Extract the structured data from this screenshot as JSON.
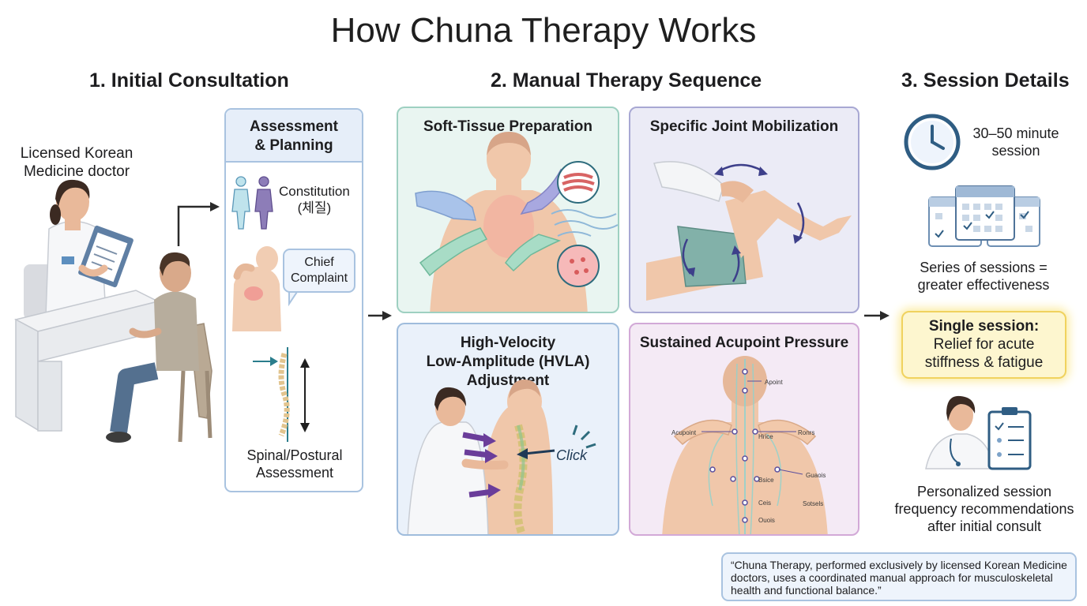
{
  "title": "How Chuna Therapy Works",
  "sections": {
    "consultation": "1. Initial Consultation",
    "sequence": "2. Manual Therapy Sequence",
    "details": "3. Session Details"
  },
  "consultation": {
    "doctor_label_1": "Licensed Korean",
    "doctor_label_2": "Medicine doctor",
    "card_title_1": "Assessment",
    "card_title_2": "& Planning",
    "constitution_1": "Constitution",
    "constitution_2": "(체질)",
    "complaint_1": "Chief",
    "complaint_2": "Complaint",
    "spinal_1": "Spinal/Postural",
    "spinal_2": "Assessment"
  },
  "sequence": {
    "soft_tissue": "Soft-Tissue Preparation",
    "joint": "Specific Joint Mobilization",
    "hvla_1": "High-Velocity",
    "hvla_2": "Low-Amplitude (HVLA)",
    "hvla_3": "Adjustment",
    "click": "Click",
    "acupoint": "Sustained Acupoint Pressure",
    "acupoint_labels": [
      "Apoint",
      "Acupoint",
      "Hrice",
      "Ronrs",
      "Bsice",
      "Guaois",
      "Ceis",
      "Sotsels",
      "Ouois"
    ]
  },
  "details": {
    "duration_1": "30–50 minute",
    "duration_2": "session",
    "series_1": "Series of sessions =",
    "series_2": "greater effectiveness",
    "single_title": "Single session:",
    "single_1": "Relief for acute",
    "single_2": "stiffness & fatigue",
    "personal_1": "Personalized session",
    "personal_2": "frequency recommendations",
    "personal_3": "after initial consult"
  },
  "quote_1": "“Chuna Therapy, performed exclusively by licensed Korean Medicine",
  "quote_2": "doctors, uses a coordinated manual approach for musculoskeletal",
  "quote_3": "health and functional balance.”",
  "colors": {
    "blue_border": "#a9c3e0",
    "teal_panel": "#e9f5f1",
    "lavender_panel": "#ebebf6",
    "blue_panel": "#eaf1fa",
    "pink_panel": "#f4eaf5",
    "highlight": "#fdf6cf",
    "arrow": "#2a2a2a",
    "purple_arrow": "#6a3d9a"
  }
}
